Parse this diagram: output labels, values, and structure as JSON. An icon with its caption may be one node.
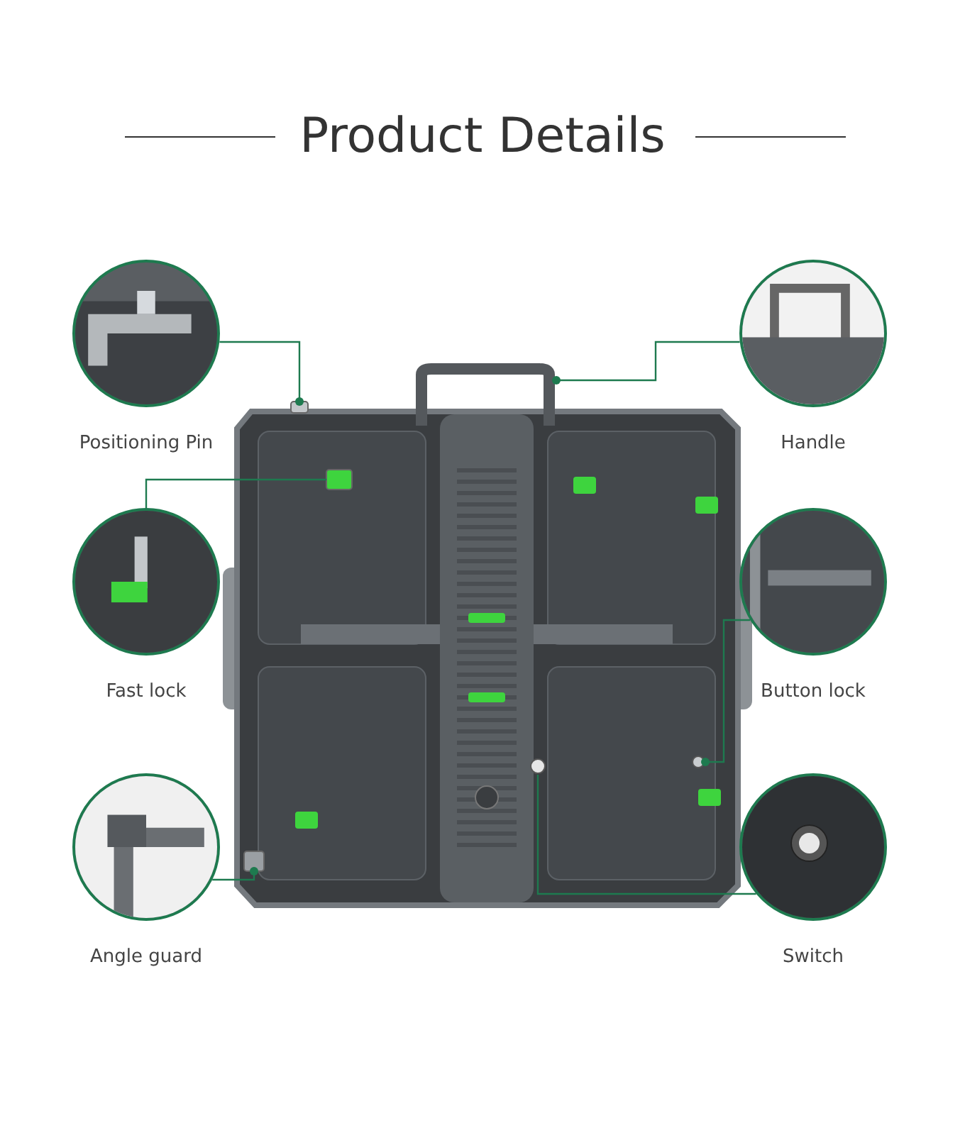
{
  "diagram": {
    "title": "Product Details",
    "nodes": [
      {
        "text": [
          "Positioning Pin"
        ]
      },
      {
        "text": [
          "Handle"
        ]
      },
      {
        "text": [
          "Fast lock"
        ]
      },
      {
        "text": [
          "Button lock"
        ]
      },
      {
        "text": [
          "Angle guard"
        ]
      },
      {
        "text": [
          "Switch"
        ]
      },
      {
        "text": [],
        "shape": "box"
      },
      {
        "text": [],
        "shape": "picture"
      },
      {
        "text": [],
        "shape": "box"
      },
      {
        "text": [],
        "shape": "circle"
      },
      {
        "text": [],
        "shape": "box"
      },
      {
        "text": [],
        "shape": "circle"
      }
    ],
    "edges": [
      {
        "from": 0,
        "to": 6,
        "arrow": "other"
      },
      {
        "from": 1,
        "to": 7,
        "arrow": "other"
      },
      {
        "from": 2,
        "to": 8,
        "arrow": "none"
      },
      {
        "from": 3,
        "to": 11,
        "arrow": "other"
      },
      {
        "from": 4,
        "to": 10,
        "arrow": "other"
      },
      {
        "from": 5,
        "to": 9,
        "arrow": "none"
      }
    ]
  }
}
